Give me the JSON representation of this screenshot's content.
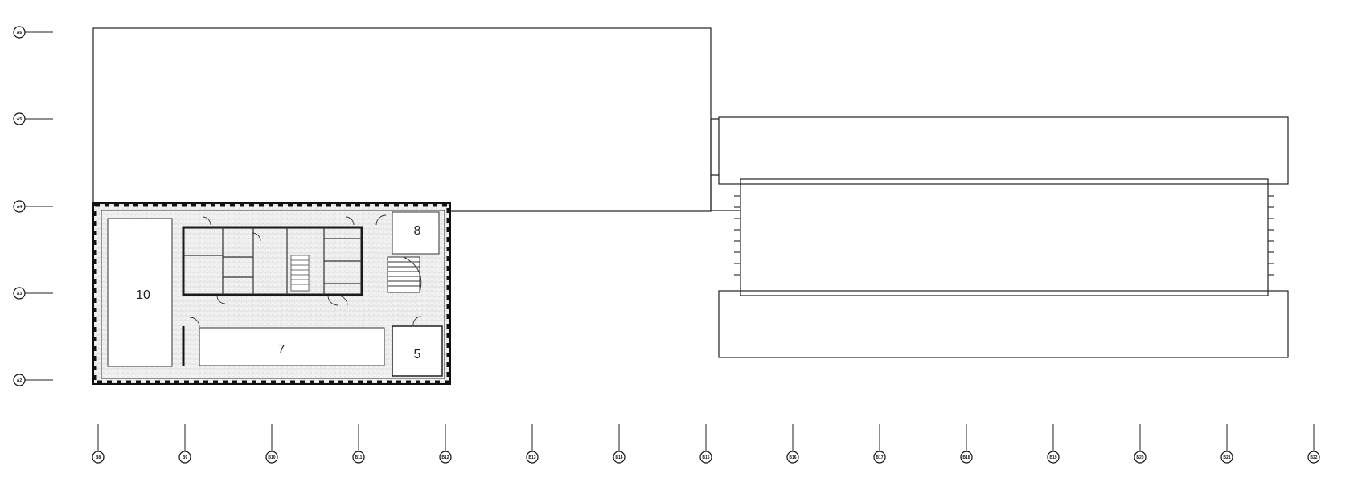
{
  "rooms": {
    "r10": "10",
    "r7": "7",
    "r8": "8",
    "r5": "5"
  },
  "grid": {
    "horizontal": [
      "A6",
      "A5",
      "A4",
      "A3",
      "A2"
    ],
    "vertical": [
      "B8",
      "B9",
      "B10",
      "B11",
      "B12",
      "B13",
      "B14",
      "B15",
      "B16",
      "B17",
      "B18",
      "B19",
      "B20",
      "B21",
      "B22"
    ]
  }
}
